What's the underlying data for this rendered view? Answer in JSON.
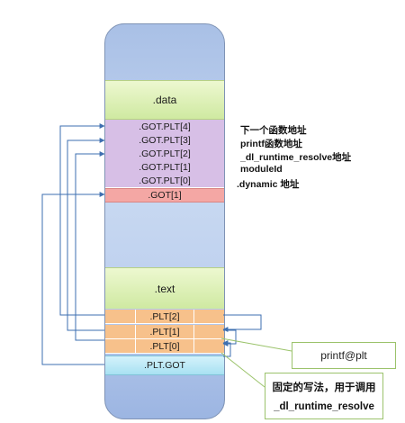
{
  "memory": {
    "data_section": ".data",
    "got_entries": [
      ".GOT.PLT[4]",
      ".GOT.PLT[3]",
      ".GOT.PLT[2]",
      ".GOT.PLT[1]",
      ".GOT.PLT[0]"
    ],
    "got1": ".GOT[1]",
    "text_section": ".text",
    "plt_entries": [
      ".PLT[2]",
      ".PLT[1]",
      ".PLT[0]"
    ],
    "plt_got": ".PLT.GOT"
  },
  "annotations": [
    "下一个函数地址",
    "printf函数地址",
    "_dl_runtime_resolve地址",
    "moduleId",
    ".dynamic 地址"
  ],
  "callouts": {
    "printf": "printf@plt",
    "fixed_line1": "固定的写法，用于调用",
    "fixed_line2": "_dl_runtime_resolve"
  }
}
